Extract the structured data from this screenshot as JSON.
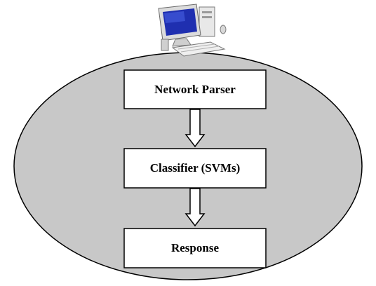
{
  "diagram": {
    "nodes": [
      {
        "id": "network-parser",
        "label": "Network Parser"
      },
      {
        "id": "classifier",
        "label": "Classifier (SVMs)"
      },
      {
        "id": "response",
        "label": "Response"
      }
    ],
    "edges": [
      {
        "from": "network-parser",
        "to": "classifier"
      },
      {
        "from": "classifier",
        "to": "response"
      }
    ],
    "icons": [
      "computer-icon"
    ],
    "colors": {
      "ellipse_fill": "#c8c8c8",
      "ellipse_stroke": "#000000",
      "box_fill": "#ffffff",
      "box_stroke": "#000000",
      "arrow_fill": "#ffffff",
      "monitor_screen": "#1f2fb0",
      "computer_body": "#e8e8e8"
    }
  }
}
